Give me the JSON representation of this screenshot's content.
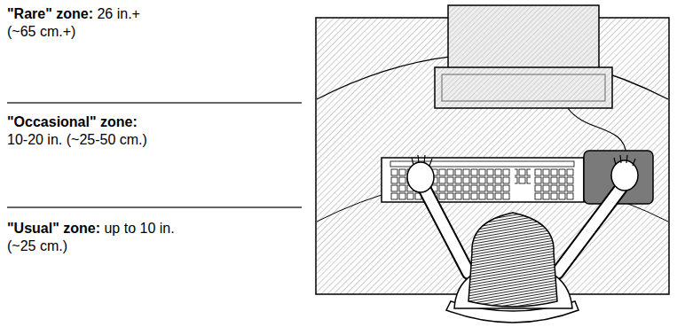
{
  "diagram": {
    "labels": [
      "\"Rare\" zone:",
      "26 in.+ (~65 cm.+)",
      "\"Occasional\" zone:",
      "10-20 in. (~25-50 cm.)",
      "\"Usual\" zone:",
      "up to 10 in. (~25 cm.)"
    ]
  }
}
